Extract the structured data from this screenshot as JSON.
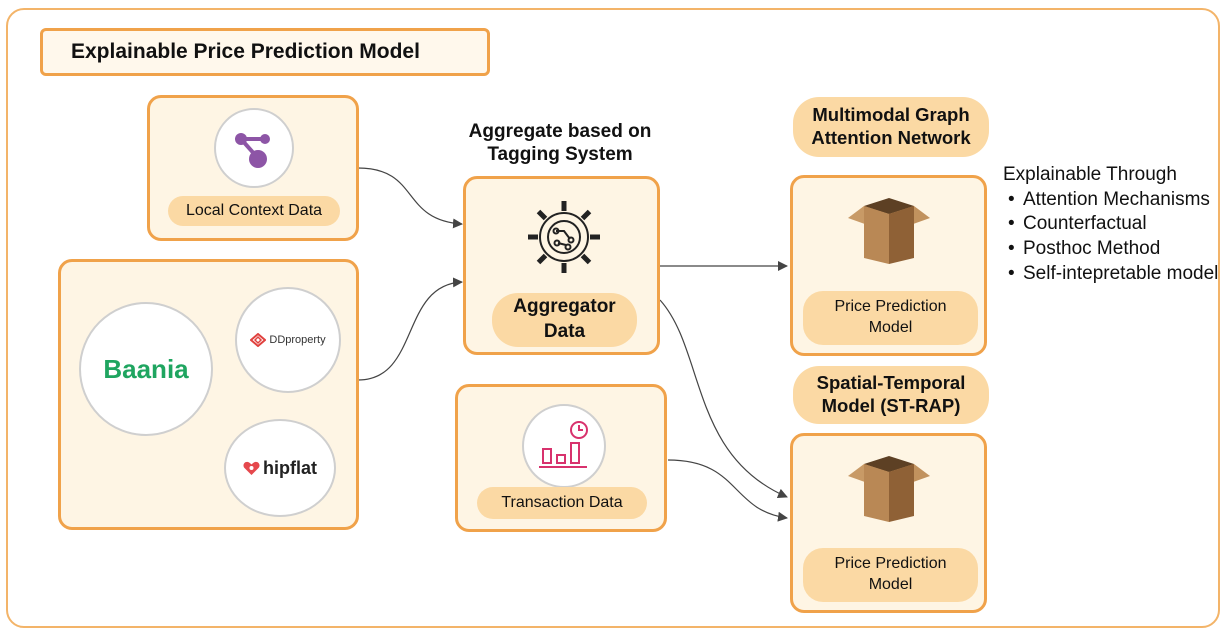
{
  "title": "Explainable Price Prediction Model",
  "local_context": {
    "label": "Local Context Data"
  },
  "sources": {
    "baania": "Baania",
    "ddproperty": "DDproperty",
    "hipflat": "hipflat"
  },
  "aggregator": {
    "heading": "Aggregate based on Tagging System",
    "label": "Aggregator Data"
  },
  "transaction": {
    "label": "Transaction Data"
  },
  "model_top": {
    "heading": "Multimodal Graph Attention Network",
    "label": "Price Prediction Model"
  },
  "model_bottom": {
    "heading": "Spatial-Temporal Model (ST-RAP)",
    "label": "Price Prediction Model"
  },
  "explainable": {
    "heading": "Explainable Through",
    "items": [
      "Attention Mechanisms",
      "Counterfactual",
      "Posthoc Method",
      "Self-intepretable model"
    ]
  },
  "colors": {
    "panel_fill": "#fef5e4",
    "panel_border": "#f0a24a",
    "pill_fill": "#fbd9a4",
    "baania_green": "#1fa560",
    "ddproperty_red": "#e0423f",
    "hipflat_red": "#e5484d",
    "chart_pink": "#d8326d",
    "graph_purple": "#8d55a6"
  },
  "icons": [
    "graph-node-icon",
    "gear-circuit-icon",
    "bar-chart-clock-icon",
    "cardboard-box-icon"
  ]
}
